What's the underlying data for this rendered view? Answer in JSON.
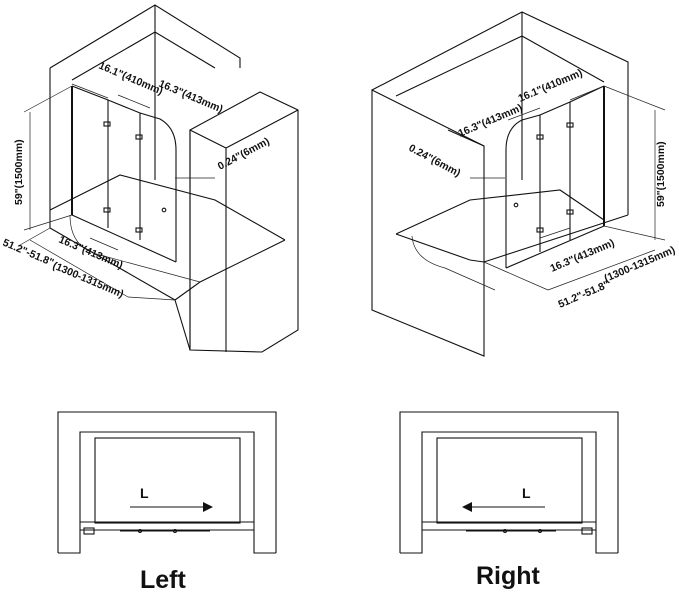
{
  "diagram": {
    "left_view": {
      "width_top_left": "16.1\"(410mm)",
      "width_top_right": "16.3\"(413mm)",
      "thickness": "0.24\"(6mm)",
      "height": "59\"(1500mm)",
      "width_bottom": "16.3\"(413mm)",
      "total_range_inch": "51.2\"-51.8\"",
      "total_range_mm": "(1300-1315mm)"
    },
    "right_view": {
      "width_top_left": "16.3\"(413mm)",
      "width_top_right": "16.1\"(410mm)",
      "thickness": "0.24\"(6mm)",
      "height": "59\"(1500mm)",
      "width_bottom": "16.3\"(413mm)",
      "total_range_inch": "51.2\"-51.8\"",
      "total_range_mm": "(1300-1315mm)"
    },
    "left_plan": {
      "arrow_label": "L",
      "caption": "Left"
    },
    "right_plan": {
      "arrow_label": "L",
      "caption": "Right"
    }
  }
}
